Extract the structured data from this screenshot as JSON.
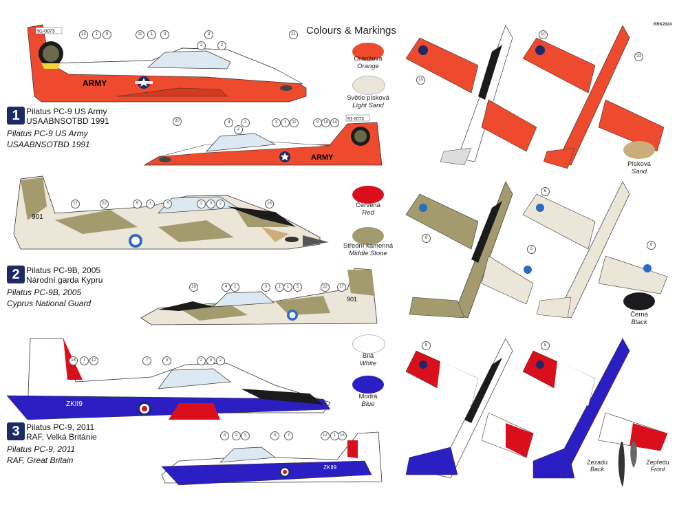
{
  "header": {
    "title": "Colours & Markings",
    "code": "RRK2024"
  },
  "options": [
    {
      "number": "1",
      "line1": "Pilatus PC-9 US Army",
      "line2": "USAABNSOTBD 1991",
      "line3": "Pilatus PC-9 US Army",
      "line4": "USAABNSOTBD 1991"
    },
    {
      "number": "2",
      "line1": "Pilatus PC-9B, 2005",
      "line2": "Národní garda Kypru",
      "line3": "Pilatus PC-9B, 2005",
      "line4": "Cyprus National Guard"
    },
    {
      "number": "3",
      "line1": "Pilatus PC-9, 2011",
      "line2": "RAF, Velká Británie",
      "line3": "Pilatus PC-9, 2011",
      "line4": "RAF, Great Britain"
    }
  ],
  "aircraft_text": {
    "army": "ARMY",
    "serial_us": "91-0073",
    "serial_cy": "901",
    "serial_raf": "ZKII9"
  },
  "colours": [
    {
      "cz": "Oranžová",
      "en": "Orange",
      "hex": "#ee4a2e"
    },
    {
      "cz": "Světle písková",
      "en": "Light Sand",
      "hex": "#ece6d8"
    },
    {
      "cz": "Písková",
      "en": "Sand",
      "hex": "#c9ae7c"
    },
    {
      "cz": "Červená",
      "en": "Red",
      "hex": "#d9101c"
    },
    {
      "cz": "Střední kamenná",
      "en": "Middle Stone",
      "hex": "#a39a6e"
    },
    {
      "cz": "Černá",
      "en": "Black",
      "hex": "#1b1b1b"
    },
    {
      "cz": "Bílá",
      "en": "White",
      "hex": "#ffffff"
    },
    {
      "cz": "Modrá",
      "en": "Blue",
      "hex": "#2b1fc4"
    }
  ],
  "propeller": {
    "back_cz": "Zezadu",
    "back_en": "Back",
    "front_cz": "Zepředu",
    "front_en": "Front"
  },
  "callouts": {
    "side_us_top": [
      "13",
      "1",
      "9",
      "11",
      "1",
      "3",
      "3",
      "2",
      "2",
      "21"
    ],
    "side_us_bottom": [
      "20",
      "4",
      "2",
      "2",
      "3",
      "1",
      "11",
      "9",
      "19",
      "14"
    ],
    "plan_us": [
      "10",
      "10",
      "23"
    ],
    "side_cy_top": [
      "17",
      "22",
      "5",
      "1",
      "3",
      "2",
      "3",
      "2",
      "18"
    ],
    "side_cy_bottom": [
      "18",
      "4",
      "2",
      "3",
      "1",
      "1",
      "5",
      "22",
      "17"
    ],
    "plan_cy": [
      "6",
      "6",
      "6",
      "6"
    ],
    "side_raf_top": [
      "16",
      "1",
      "12",
      "7",
      "3",
      "2",
      "3",
      "2"
    ],
    "side_raf_bottom": [
      "4",
      "2",
      "3",
      "3",
      "7",
      "12",
      "1",
      "15"
    ],
    "plan_raf": [
      "8",
      "8"
    ]
  }
}
